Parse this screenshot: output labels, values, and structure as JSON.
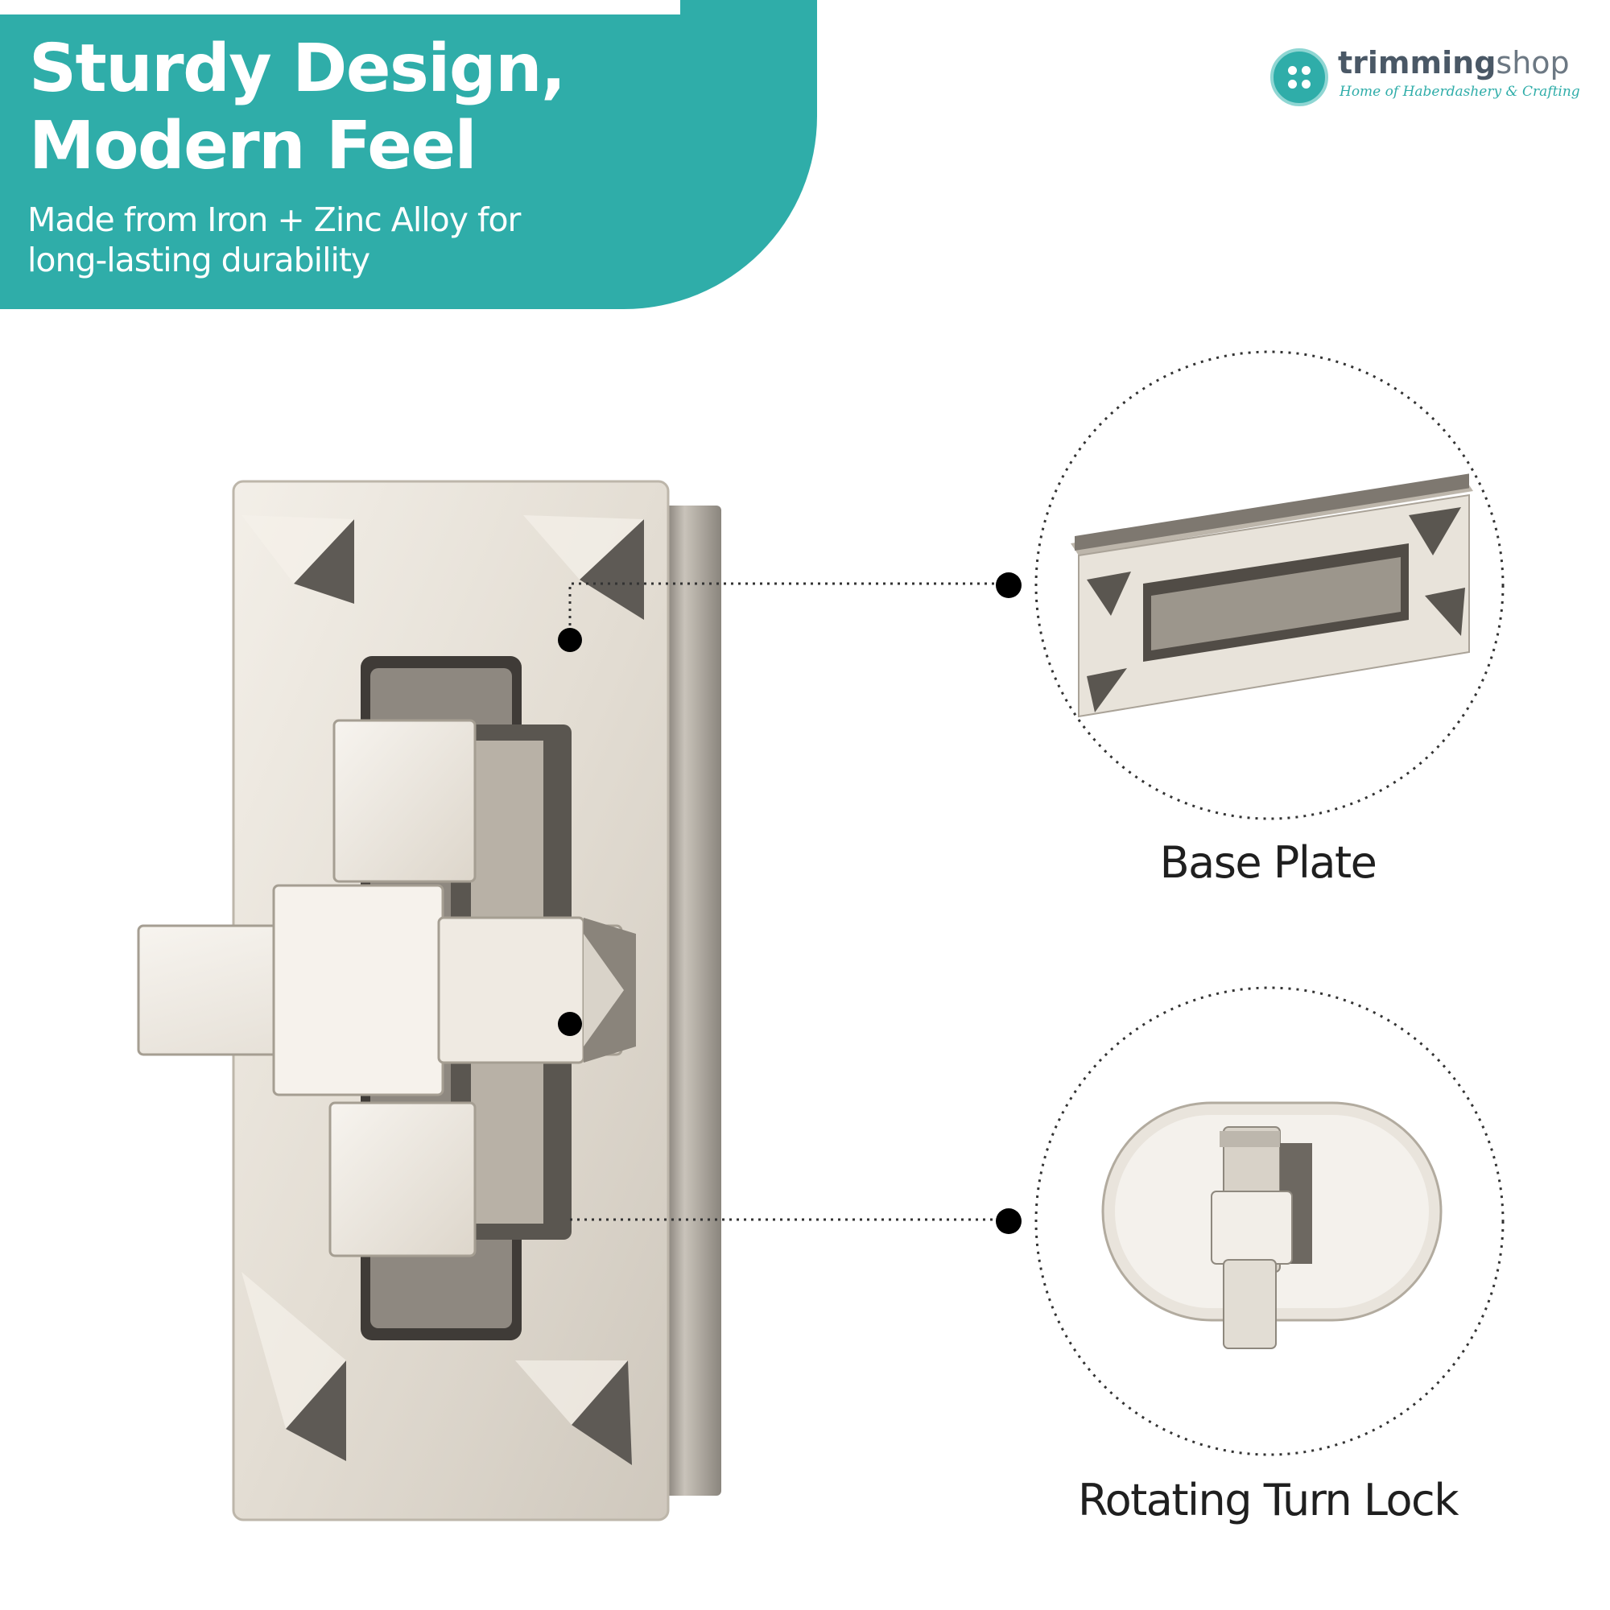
{
  "banner": {
    "headline_line1": "Sturdy Design,",
    "headline_line2": "Modern Feel",
    "subline": "Made from Iron + Zinc Alloy for long-lasting durability",
    "color": "#2fada9"
  },
  "logo": {
    "name_bold": "trimming",
    "name_light": "shop",
    "tagline": "Home of Haberdashery & Crafting",
    "icon": "button-icon"
  },
  "callouts": [
    {
      "label": "Base Plate"
    },
    {
      "label": "Rotating Turn Lock"
    }
  ]
}
